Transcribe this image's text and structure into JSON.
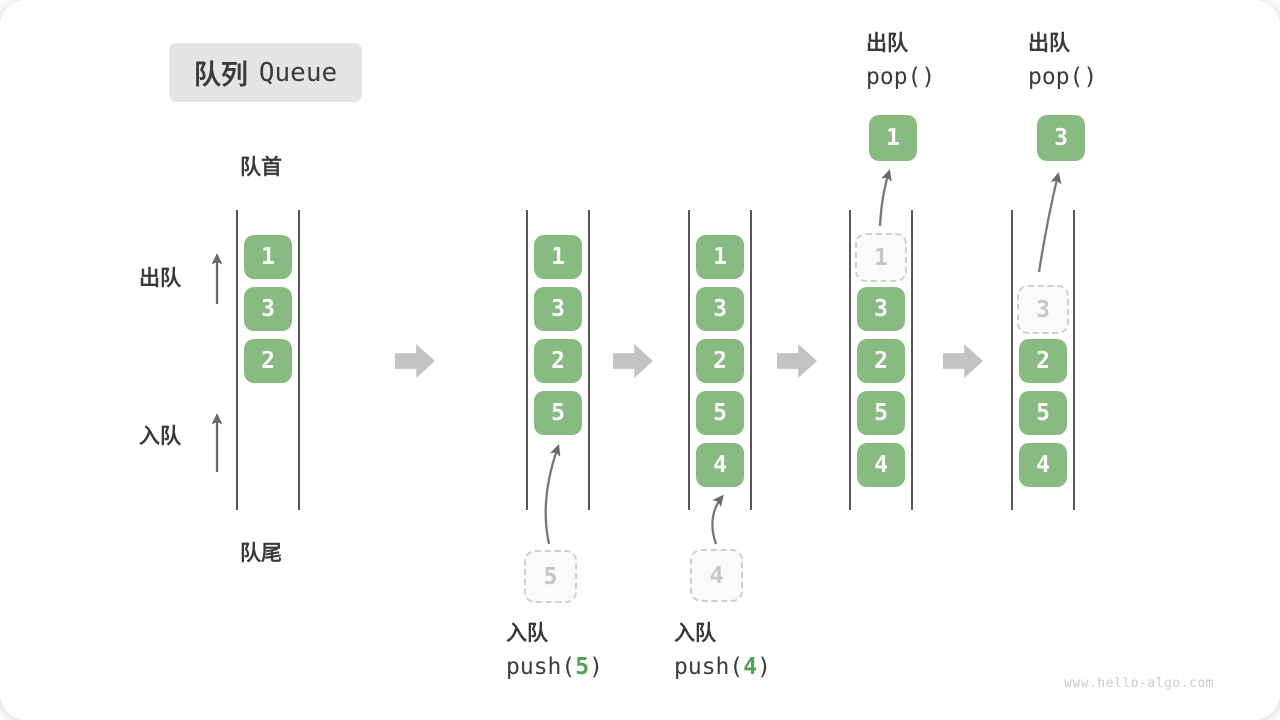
{
  "badge": {
    "title_zh": "队列",
    "title_en": "Queue"
  },
  "labels": {
    "front": "队首",
    "rear": "队尾",
    "dequeue_side": "出队",
    "enqueue_side": "入队"
  },
  "columns": {
    "c1": {
      "boxes": [
        "1",
        "3",
        "2"
      ]
    },
    "c2": {
      "boxes": [
        "1",
        "3",
        "2",
        "5"
      ],
      "incoming": "5"
    },
    "c3": {
      "boxes": [
        "1",
        "3",
        "2",
        "5",
        "4"
      ],
      "incoming": "4"
    },
    "c4": {
      "ghost": "1",
      "boxes": [
        "3",
        "2",
        "5",
        "4"
      ],
      "popped": "1"
    },
    "c5": {
      "ghost": "3",
      "boxes": [
        "2",
        "5",
        "4"
      ],
      "popped": "3"
    }
  },
  "ops": {
    "push5": {
      "zh": "入队",
      "code_pre": "push(",
      "arg": "5",
      "code_post": ")"
    },
    "push4": {
      "zh": "入队",
      "code_pre": "push(",
      "arg": "4",
      "code_post": ")"
    },
    "pop1": {
      "zh": "出队",
      "code": "pop()"
    },
    "pop2": {
      "zh": "出队",
      "code": "pop()"
    }
  },
  "watermark": "www.hello-algo.com",
  "colors": {
    "element_green": "#87bb81",
    "code_arg_green": "#56a156",
    "step_arrow_gray": "#c3c3c3",
    "ghost_gray": "#cfcfcf",
    "text_dark": "#3a3a3a"
  }
}
